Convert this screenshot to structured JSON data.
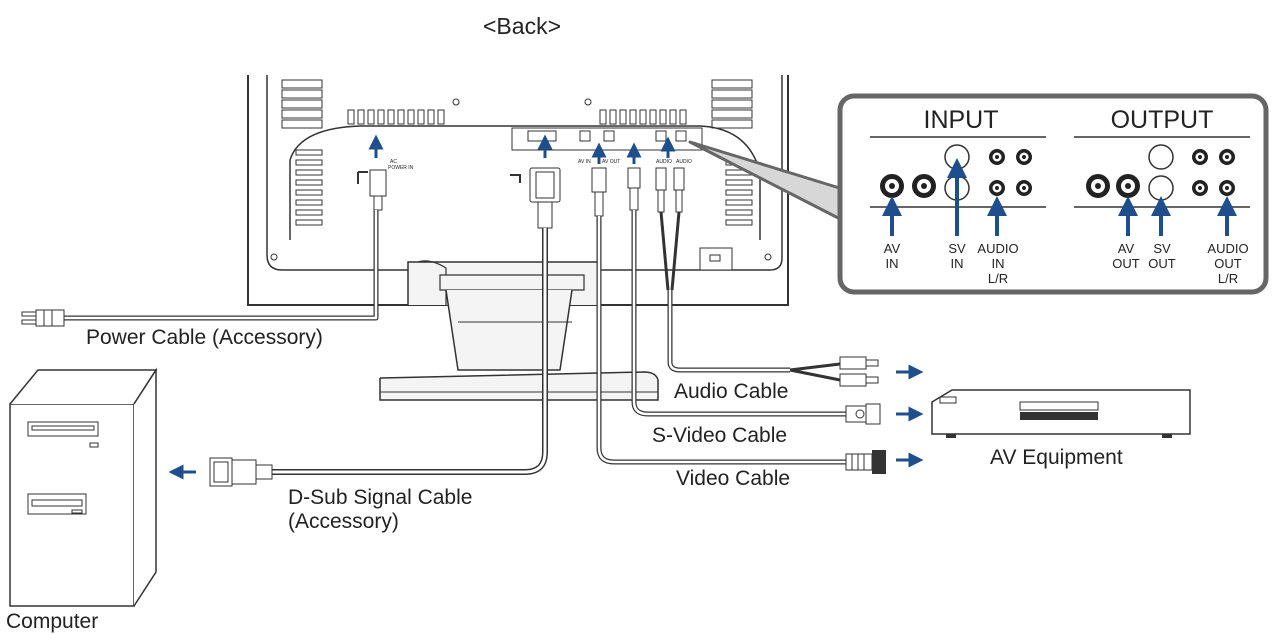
{
  "title": "<Back>",
  "labels": {
    "power_cable": "Power Cable (Accessory)",
    "computer": "Computer",
    "dsub_line1": "D-Sub Signal Cable",
    "dsub_line2": "(Accessory)",
    "audio_cable": "Audio Cable",
    "svideo_cable": "S-Video Cable",
    "video_cable": "Video Cable",
    "av_equipment": "AV Equipment"
  },
  "panel": {
    "input_title": "INPUT",
    "output_title": "OUTPUT",
    "av_in": [
      "AV",
      "IN"
    ],
    "sv_in": [
      "SV",
      "IN"
    ],
    "audio_in": [
      "AUDIO",
      "IN",
      "L/R"
    ],
    "av_out": [
      "AV",
      "OUT"
    ],
    "sv_out": [
      "SV",
      "OUT"
    ],
    "audio_out": [
      "AUDIO",
      "OUT",
      "L/R"
    ]
  },
  "colors": {
    "arrow": "#1f4e8c",
    "line": "#333333",
    "panel_border": "#666666",
    "stand_fill": "#f4f4f4"
  }
}
